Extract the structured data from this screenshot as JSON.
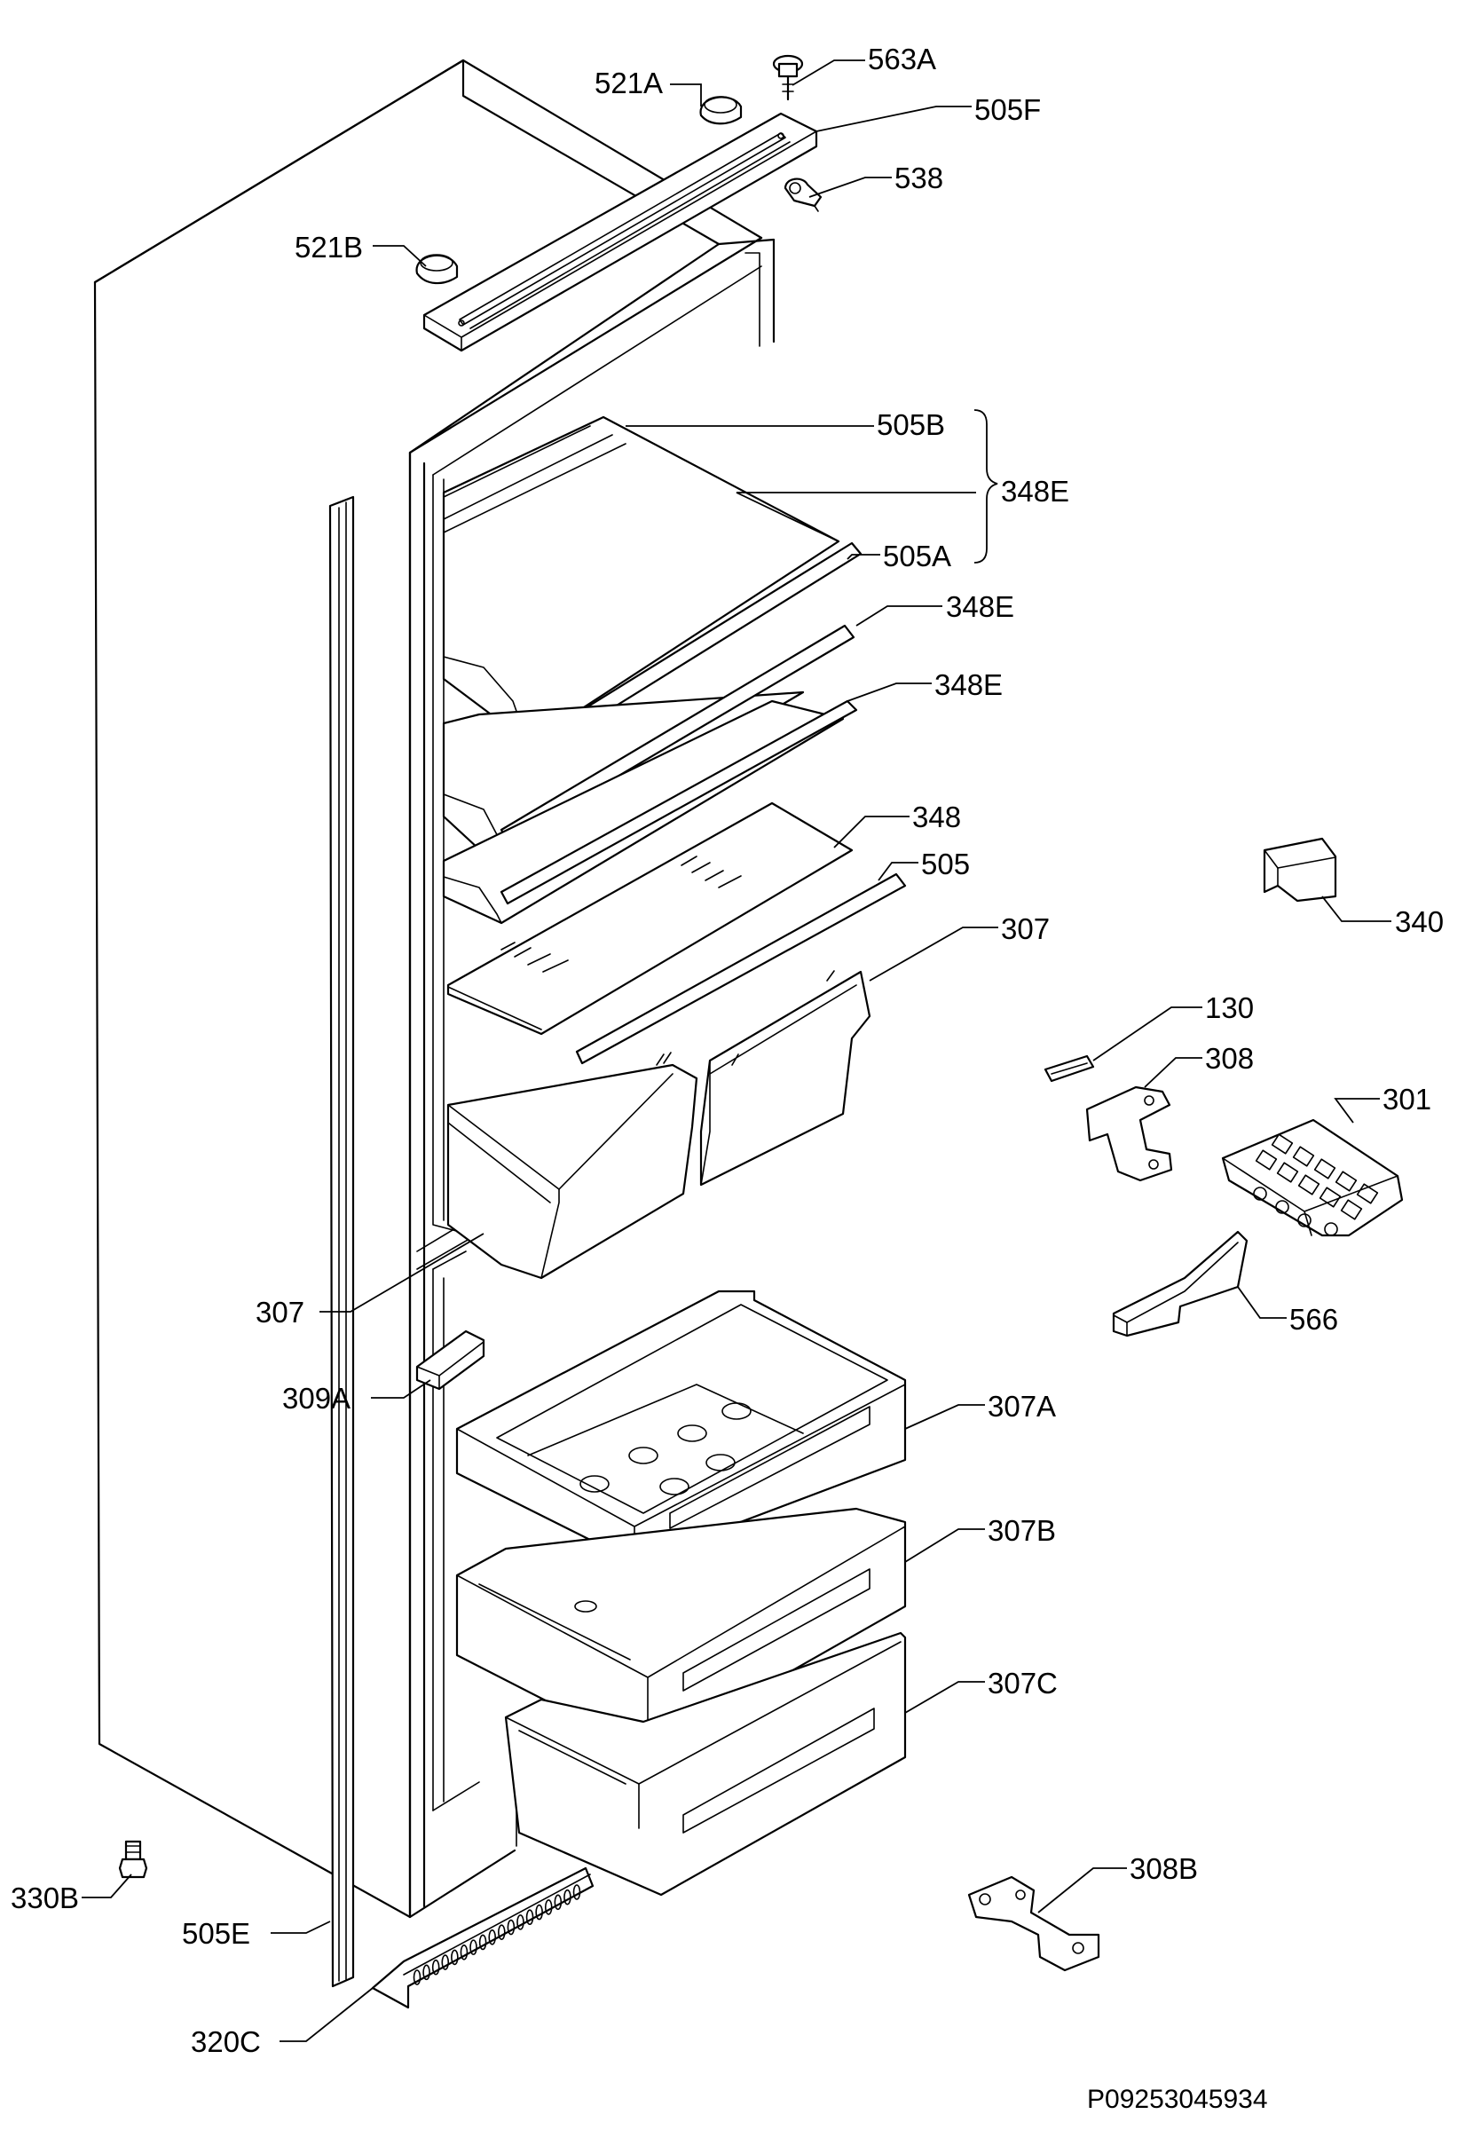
{
  "drawing_code": "P09253045934",
  "labels": {
    "l563A": "563A",
    "l521A": "521A",
    "l505F": "505F",
    "l538": "538",
    "l521B": "521B",
    "l505B": "505B",
    "l348E_group": "348E",
    "l505A": "505A",
    "l348E_1": "348E",
    "l348E_2": "348E",
    "l348": "348",
    "l505": "505",
    "l307_top": "307",
    "l340": "340",
    "l130": "130",
    "l308": "308",
    "l301": "301",
    "l307_left": "307",
    "l566": "566",
    "l309A": "309A",
    "l307A": "307A",
    "l307B": "307B",
    "l307C": "307C",
    "l330B": "330B",
    "l505E": "505E",
    "l308B": "308B",
    "l320C": "320C"
  }
}
